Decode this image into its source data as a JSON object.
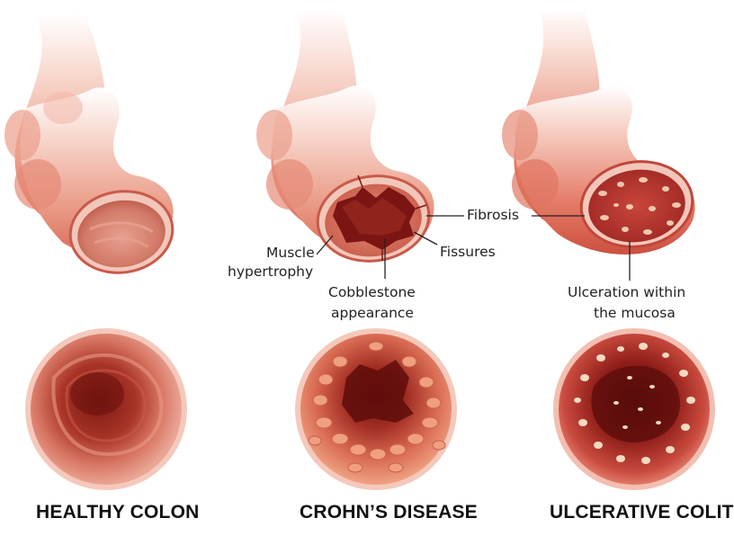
{
  "panels": [
    {
      "id": "healthy",
      "caption": "HEALTHY COLON"
    },
    {
      "id": "crohns",
      "caption": "CROHN’S DISEASE"
    },
    {
      "id": "uc",
      "caption": "ULCERATIVE COLITIS"
    }
  ],
  "annotations": {
    "fibrosis": "Fibrosis",
    "fissures": "Fissures",
    "muscle_1": "Muscle",
    "muscle_2": "hypertrophy",
    "cobble_1": "Cobblestone",
    "cobble_2": "appearance",
    "ulcer_1": "Ulceration within",
    "ulcer_2": "the mucosa"
  },
  "colors": {
    "tissue_light": "#f4c6b8",
    "tissue_mid": "#e88a78",
    "tissue_dark": "#c9473d",
    "lumen_deep": "#7a1513",
    "ulcer_spot": "#f7e4c9"
  }
}
